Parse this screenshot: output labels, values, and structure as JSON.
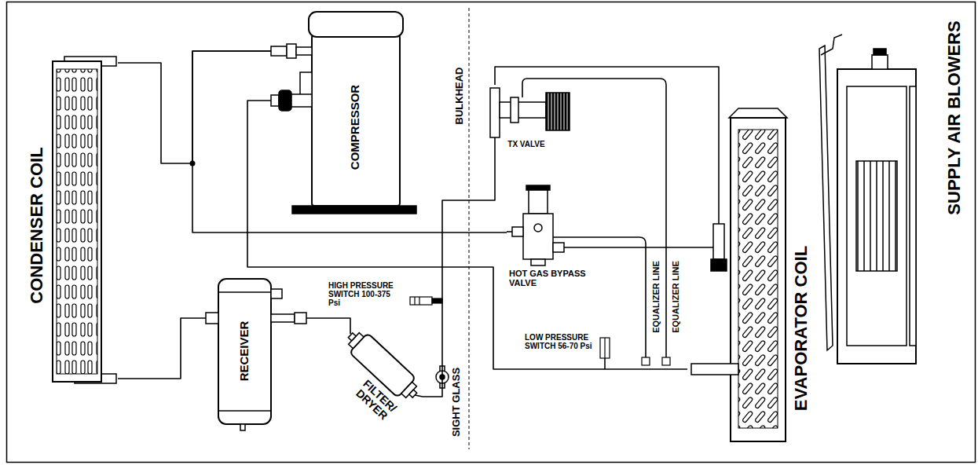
{
  "diagram": {
    "nodes": [
      {
        "text": [
          "CONDENSER COIL"
        ]
      },
      {
        "text": [
          "COMPRESSOR"
        ]
      },
      {
        "text": [
          "RECEIVER"
        ]
      },
      {
        "text": [
          "FILTER/ DRYER"
        ]
      },
      {
        "text": [
          "TX VALVE"
        ]
      },
      {
        "text": [
          "HOT GAS BYPASS VALVE"
        ]
      },
      {
        "text": [
          "EVAPORATOR COIL"
        ]
      },
      {
        "text": [
          "SUPPLY AIR BLOWERS"
        ]
      }
    ],
    "edges": [
      {
        "from": 1,
        "to": 0,
        "arrow": "none"
      },
      {
        "from": 1,
        "to": 5,
        "arrow": "none"
      },
      {
        "from": 0,
        "to": 2,
        "arrow": "none"
      },
      {
        "from": 2,
        "to": 3,
        "arrow": "none"
      },
      {
        "from": 3,
        "to": 4,
        "arrow": "none"
      },
      {
        "from": 4,
        "to": 6,
        "arrow": "none"
      },
      {
        "from": 5,
        "to": 6,
        "arrow": "none"
      },
      {
        "from": 6,
        "to": 1,
        "arrow": "none"
      }
    ],
    "labels": [
      "SIGHT GLASS",
      "HIGH PRESSURE SWITCH 100-375 Psi",
      "BULKHEAD",
      "LOW PRESSURE SWITCH 56-70 Psi",
      "EQUALIZER LINE",
      "EQUALIZER LINE"
    ]
  }
}
